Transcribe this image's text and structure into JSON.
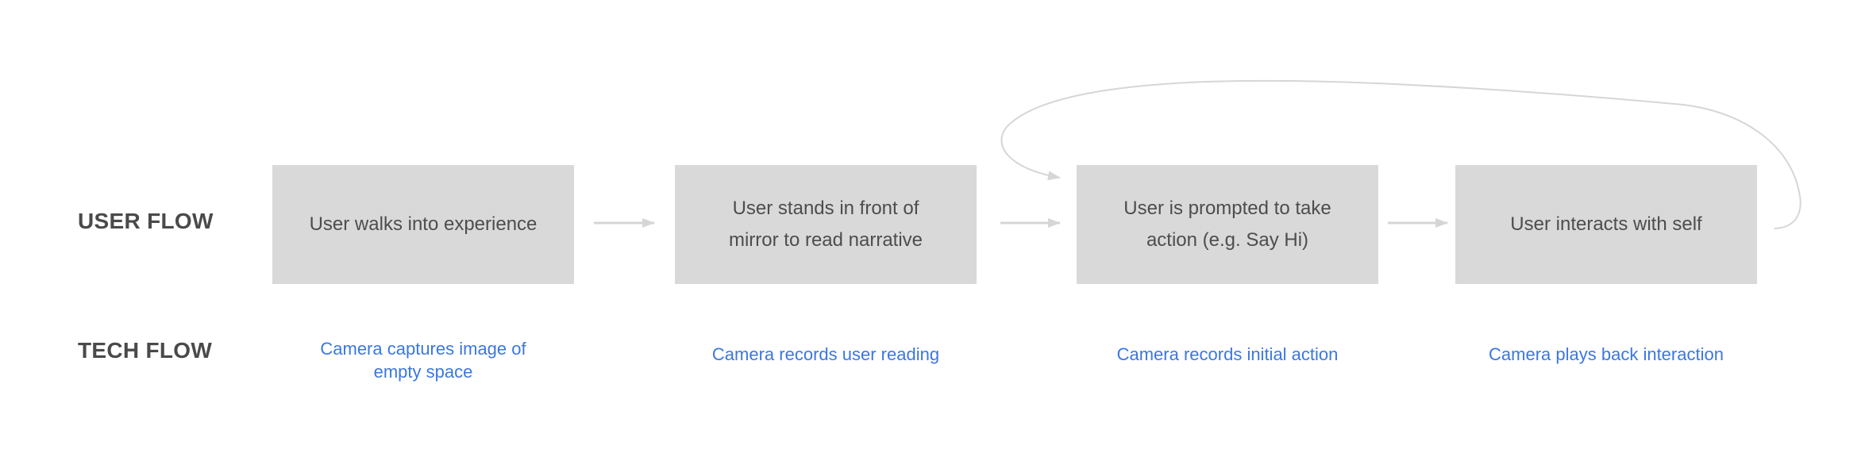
{
  "rows": {
    "user_label": "USER FLOW",
    "tech_label": "TECH FLOW"
  },
  "user_steps": [
    "User walks into experience",
    "User stands in front of\nmirror to read narrative",
    "User is prompted to take\naction (e.g. Say Hi)",
    "User interacts with self"
  ],
  "tech_steps": [
    "Camera captures image of\nempty space",
    "Camera records user reading",
    "Camera records initial action",
    "Camera plays back interaction"
  ],
  "colors": {
    "box_fill": "#d9d9d9",
    "label_text": "#4a4a4a",
    "tech_text": "#3b77e0",
    "connector": "#d6d6d6"
  }
}
